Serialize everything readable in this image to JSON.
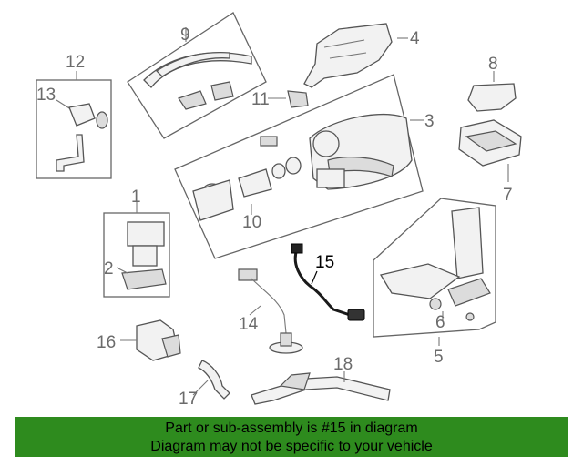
{
  "callouts": {
    "c1": "1",
    "c2": "2",
    "c3": "3",
    "c4": "4",
    "c5": "5",
    "c6": "6",
    "c7": "7",
    "c8": "8",
    "c9": "9",
    "c10": "10",
    "c11": "11",
    "c12": "12",
    "c13": "13",
    "c14": "14",
    "c15": "15",
    "c16": "16",
    "c17": "17",
    "c18": "18"
  },
  "highlighted_part": "15",
  "banner": {
    "line1": "Part or sub-assembly is #15 in diagram",
    "line2": "Diagram may not be specific to your vehicle",
    "color": "#2e8b1e"
  },
  "colors": {
    "highlight_part": "#1a1a1a",
    "line_art": "#555555",
    "callout_text": "#6b6b6b"
  }
}
